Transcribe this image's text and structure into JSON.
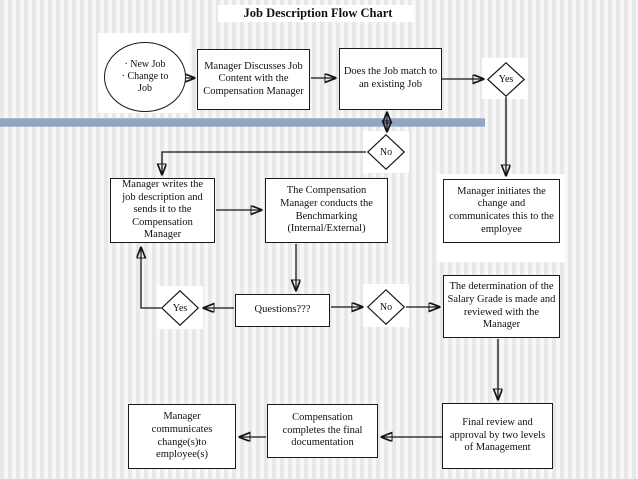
{
  "title": "Job Description Flow Chart",
  "colors": {
    "accent_bar": "#8fa6c1",
    "node_fill": "#ffffff",
    "node_border": "#1a1a1a"
  },
  "nodes": {
    "start": {
      "type": "ellipse",
      "lines": [
        "·  New Job",
        "·  Change to",
        "Job"
      ]
    },
    "discuss": {
      "type": "process",
      "text": "Manager Discusses Job Content with the Compensation Manager"
    },
    "match": {
      "type": "process",
      "text": "Does the Job match to an existing Job"
    },
    "decision_yes_top": {
      "type": "decision",
      "label": "Yes"
    },
    "decision_no_mid": {
      "type": "decision",
      "label": "No"
    },
    "writes": {
      "type": "process",
      "text": "Manager writes the job description and sends it to the Compensation Manager"
    },
    "benchmark": {
      "type": "process",
      "text": "The Compensation Manager conducts the Benchmarking (Internal/External)"
    },
    "initiates": {
      "type": "process",
      "text": "Manager initiates the change and communicates this to the employee"
    },
    "questions": {
      "type": "process",
      "text": "Questions???"
    },
    "decision_yes_loop": {
      "type": "decision",
      "label": "Yes"
    },
    "decision_no_proceed": {
      "type": "decision",
      "label": "No"
    },
    "salary_grade": {
      "type": "process",
      "text": "The determination of the Salary Grade is made and reviewed with the Manager"
    },
    "final_review": {
      "type": "process",
      "text": "Final review and approval by two levels of Management"
    },
    "comp_documentation": {
      "type": "process",
      "text": "Compensation completes the final documentation"
    },
    "communicates": {
      "type": "process",
      "text": "Manager communicates change(s)to employee(s)"
    }
  }
}
